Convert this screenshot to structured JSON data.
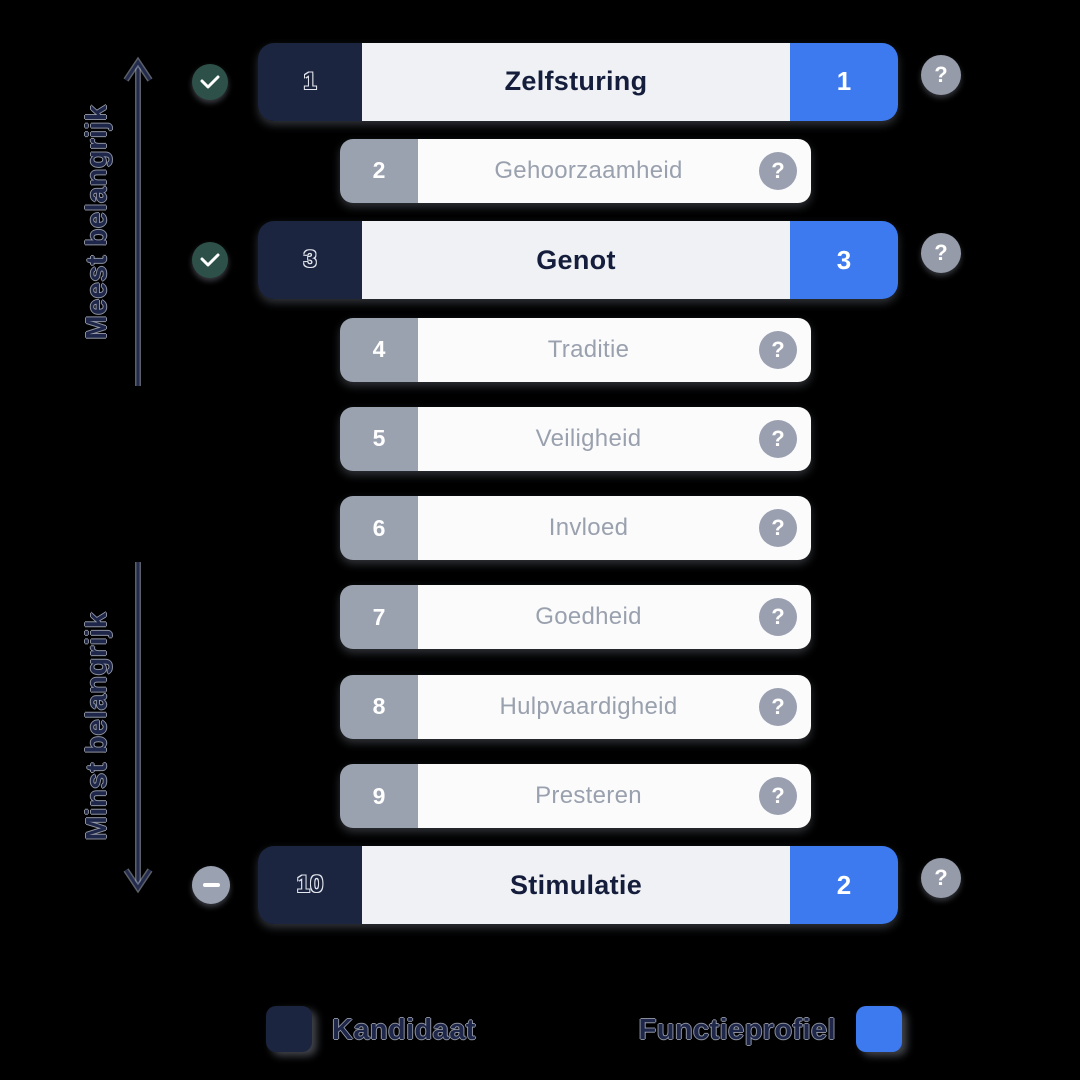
{
  "axis": {
    "most_label": "Meest belangrijk",
    "least_label": "Minst belangrijk"
  },
  "rows": [
    {
      "rank": "1",
      "label": "Zelfsturing",
      "type": "matched",
      "profile_rank": "1",
      "status": "check"
    },
    {
      "rank": "2",
      "label": "Gehoorzaamheid",
      "type": "normal"
    },
    {
      "rank": "3",
      "label": "Genot",
      "type": "matched",
      "profile_rank": "3",
      "status": "check"
    },
    {
      "rank": "4",
      "label": "Traditie",
      "type": "normal"
    },
    {
      "rank": "5",
      "label": "Veiligheid",
      "type": "normal"
    },
    {
      "rank": "6",
      "label": "Invloed",
      "type": "normal"
    },
    {
      "rank": "7",
      "label": "Goedheid",
      "type": "normal"
    },
    {
      "rank": "8",
      "label": "Hulpvaardigheid",
      "type": "normal"
    },
    {
      "rank": "9",
      "label": "Presteren",
      "type": "normal"
    },
    {
      "rank": "10",
      "label": "Stimulatie",
      "type": "matched",
      "profile_rank": "2",
      "status": "minus"
    }
  ],
  "legend": {
    "candidate_label": "Kandidaat",
    "profile_label": "Functieprofiel"
  },
  "icons": {
    "question_glyph": "?"
  },
  "colors": {
    "navy": "#1B2540",
    "blue": "#3D7AF0",
    "gray_badge": "#9AA1AF",
    "green_check": "#2D5148",
    "matched_row_bg": "#F0F1F4",
    "normal_row_bg": "#FBFBFC",
    "gray_text": "#9AA1AE"
  }
}
